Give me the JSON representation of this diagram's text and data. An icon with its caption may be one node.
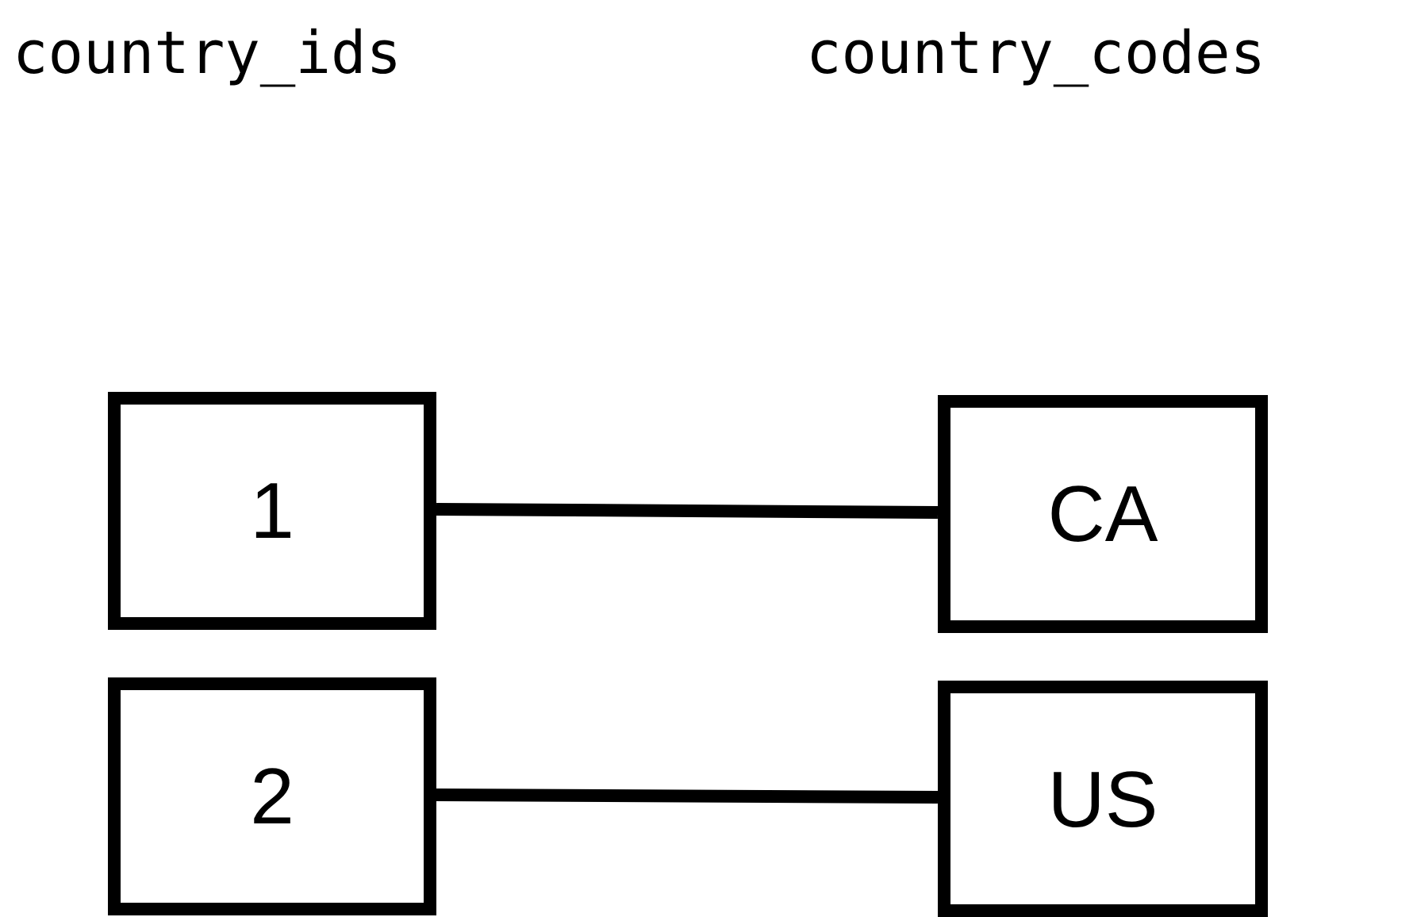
{
  "diagram": {
    "nodes": [
      {
        "text": [
          "1"
        ]
      },
      {
        "text": [
          "CA"
        ]
      },
      {
        "text": [
          "2"
        ]
      },
      {
        "text": [
          "US"
        ]
      }
    ],
    "edges": [
      {
        "from": 0,
        "to": 1,
        "arrow": "none"
      },
      {
        "from": 2,
        "to": 3,
        "arrow": "none"
      }
    ],
    "labels": [
      "country_ids",
      "country_codes"
    ]
  }
}
